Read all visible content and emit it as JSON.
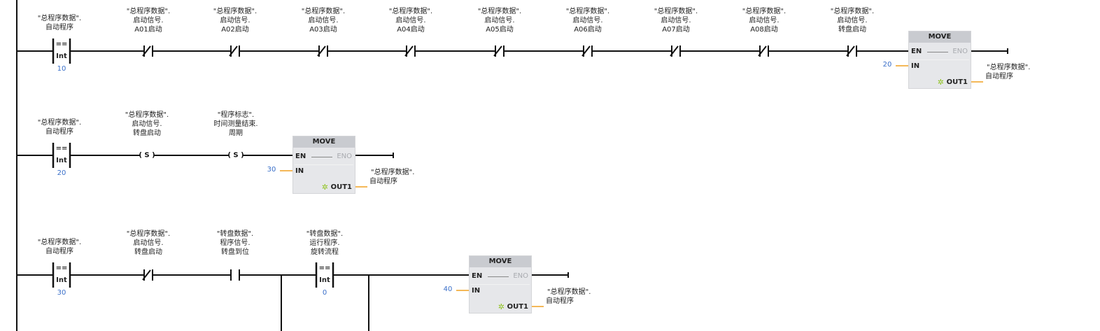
{
  "networks": [
    {
      "compare": {
        "operand": [
          "\"总程序数据\".",
          "自动程序"
        ],
        "op": "==",
        "type": "Int",
        "value": "10"
      },
      "elements": [
        {
          "kind": "nc",
          "label": [
            "\"总程序数据\".",
            "启动信号.",
            "A01启动"
          ]
        },
        {
          "kind": "nc",
          "label": [
            "\"总程序数据\".",
            "启动信号.",
            "A02启动"
          ]
        },
        {
          "kind": "nc",
          "label": [
            "\"总程序数据\".",
            "启动信号.",
            "A03启动"
          ]
        },
        {
          "kind": "nc",
          "label": [
            "\"总程序数据\".",
            "启动信号.",
            "A04启动"
          ]
        },
        {
          "kind": "nc",
          "label": [
            "\"总程序数据\".",
            "启动信号.",
            "A05启动"
          ]
        },
        {
          "kind": "nc",
          "label": [
            "\"总程序数据\".",
            "启动信号.",
            "A06启动"
          ]
        },
        {
          "kind": "nc",
          "label": [
            "\"总程序数据\".",
            "启动信号.",
            "A07启动"
          ]
        },
        {
          "kind": "nc",
          "label": [
            "\"总程序数据\".",
            "启动信号.",
            "A08启动"
          ]
        },
        {
          "kind": "nc",
          "label": [
            "\"总程序数据\".",
            "启动信号.",
            "转盘启动"
          ]
        }
      ],
      "move": {
        "title": "MOVE",
        "en": "EN",
        "eno": "ENO",
        "in": "IN",
        "out": "OUT1",
        "in_value": "20",
        "out_label": [
          "\"总程序数据\".",
          "自动程序"
        ]
      }
    },
    {
      "compare": {
        "operand": [
          "\"总程序数据\".",
          "自动程序"
        ],
        "op": "==",
        "type": "Int",
        "value": "20"
      },
      "elements": [
        {
          "kind": "coil",
          "symbol": "S",
          "label": [
            "\"总程序数据\".",
            "启动信号.",
            "转盘启动"
          ]
        },
        {
          "kind": "coil",
          "symbol": "S",
          "label": [
            "\"程序标志\".",
            "时间测量结束.",
            "周期"
          ]
        }
      ],
      "move": {
        "title": "MOVE",
        "en": "EN",
        "eno": "ENO",
        "in": "IN",
        "out": "OUT1",
        "in_value": "30",
        "out_label": [
          "\"总程序数据\".",
          "自动程序"
        ]
      }
    },
    {
      "compare": {
        "operand": [
          "\"总程序数据\".",
          "自动程序"
        ],
        "op": "==",
        "type": "Int",
        "value": "30"
      },
      "elements": [
        {
          "kind": "nc",
          "label": [
            "\"总程序数据\".",
            "启动信号.",
            "转盘启动"
          ]
        },
        {
          "kind": "no",
          "label": [
            "\"转盘数据\".",
            "程序信号.",
            "转盘到位"
          ]
        },
        {
          "kind": "cmp",
          "op": "==",
          "type": "Int",
          "value": "0",
          "label": [
            "\"转盘数据\".",
            "运行程序.",
            "旋转流程"
          ]
        }
      ],
      "move": {
        "title": "MOVE",
        "en": "EN",
        "eno": "ENO",
        "in": "IN",
        "out": "OUT1",
        "in_value": "40",
        "out_label": [
          "\"总程序数据\".",
          "自动程序"
        ]
      }
    }
  ]
}
